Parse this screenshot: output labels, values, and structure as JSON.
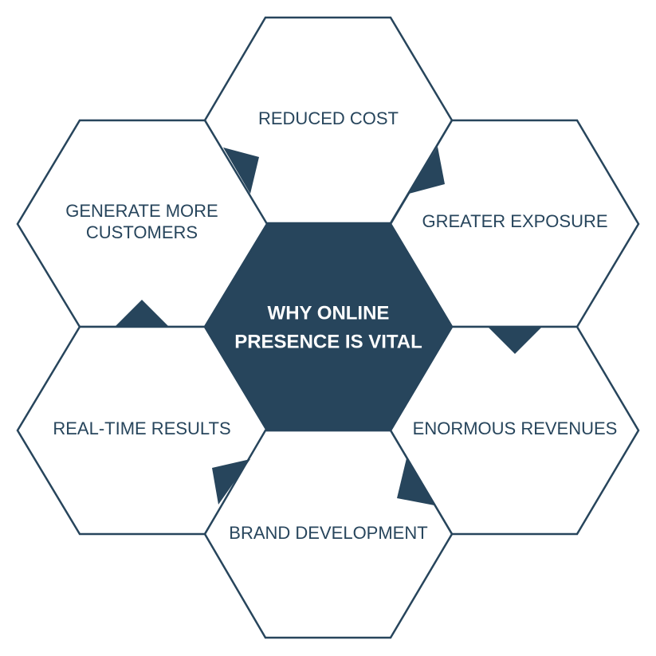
{
  "diagram": {
    "center": {
      "line1": "WHY ONLINE",
      "line2": "PRESENCE IS VITAL"
    },
    "top": {
      "label": "REDUCED COST"
    },
    "upper_left": {
      "line1": "GENERATE MORE",
      "line2": "CUSTOMERS"
    },
    "upper_right": {
      "label": "GREATER EXPOSURE"
    },
    "lower_left": {
      "label": "REAL-TIME RESULTS"
    },
    "lower_right": {
      "label": "ENORMOUS REVENUES"
    },
    "bottom": {
      "label": "BRAND DEVELOPMENT"
    }
  },
  "colors": {
    "primary": "#27455c",
    "background": "#ffffff"
  }
}
